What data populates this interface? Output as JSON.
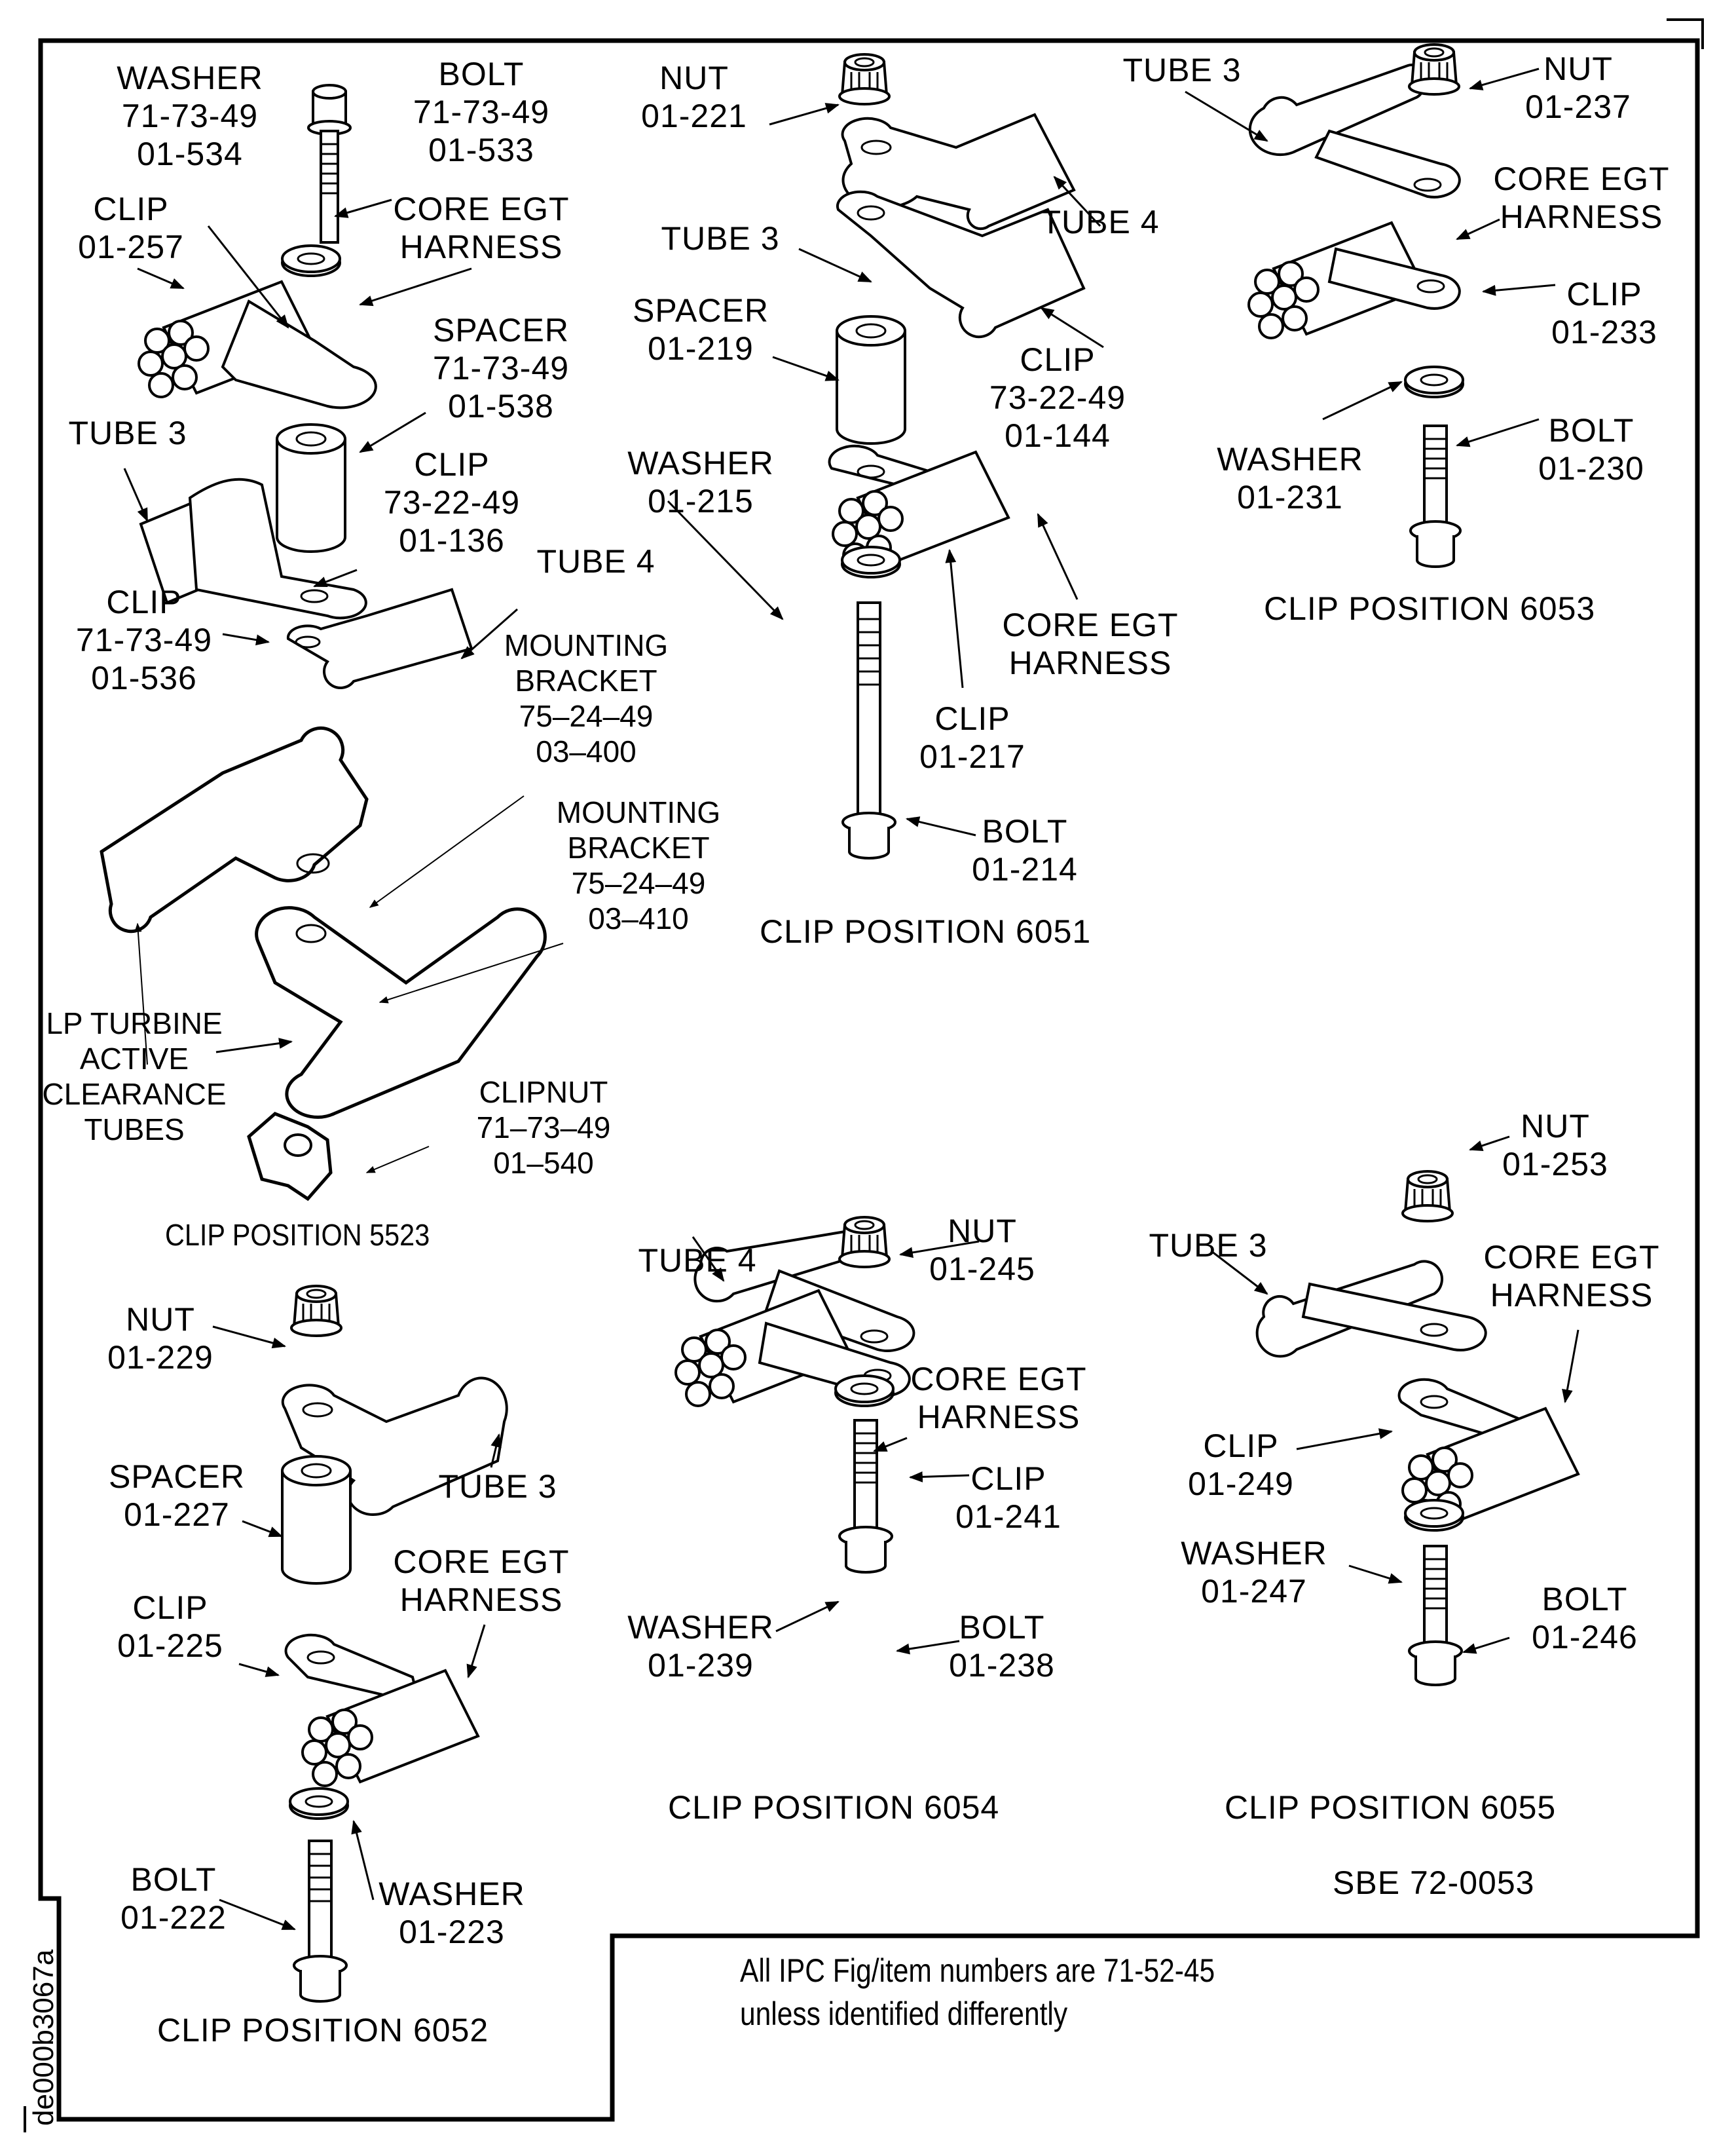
{
  "document": {
    "type": "IPC exploded parts diagram",
    "reference": "SBE 72-0053",
    "drawing_id": "de000b3067a",
    "note_lines": [
      "All IPC Fig/item numbers are 71-52-45",
      "unless identified differently"
    ]
  },
  "positions": {
    "p5523": {
      "caption": "CLIP POSITION 5523",
      "labels": {
        "washer": "WASHER\n71-73-49\n01-534",
        "bolt": "BOLT\n71-73-49\n01-533",
        "clip_257": "CLIP\n01-257",
        "harness": "CORE EGT\nHARNESS",
        "spacer": "SPACER\n71-73-49\n01-538",
        "tube3": "TUBE 3",
        "clip_136": "CLIP\n73-22-49\n01-136",
        "tube4": "TUBE 4",
        "clip_536": "CLIP\n71-73-49\n01-536",
        "bracket_400": "MOUNTING\nBRACKET\n75–24–49\n03–400",
        "bracket_410": "MOUNTING\nBRACKET\n75–24–49\n03–410",
        "lp_tubes": "LP TURBINE\nACTIVE\nCLEARANCE\nTUBES",
        "clipnut": "CLIPNUT\n71–73–49\n01–540"
      }
    },
    "p6051": {
      "caption": "CLIP POSITION 6051",
      "labels": {
        "nut": "NUT\n01-221",
        "tube4": "TUBE 4",
        "tube3": "TUBE 3",
        "spacer": "SPACER\n01-219",
        "clip_144": "CLIP\n73-22-49\n01-144",
        "washer": "WASHER\n01-215",
        "harness": "CORE EGT\nHARNESS",
        "clip_217": "CLIP\n01-217",
        "bolt": "BOLT\n01-214"
      }
    },
    "p6053": {
      "caption": "CLIP POSITION 6053",
      "labels": {
        "tube3": "TUBE 3",
        "nut": "NUT\n01-237",
        "harness": "CORE EGT\nHARNESS",
        "clip": "CLIP\n01-233",
        "washer": "WASHER\n01-231",
        "bolt": "BOLT\n01-230"
      }
    },
    "p6052": {
      "caption": "CLIP POSITION 6052",
      "labels": {
        "nut": "NUT\n01-229",
        "spacer": "SPACER\n01-227",
        "tube3": "TUBE 3",
        "harness": "CORE EGT\nHARNESS",
        "clip": "CLIP\n01-225",
        "bolt": "BOLT\n01-222",
        "washer": "WASHER\n01-223"
      }
    },
    "p6054": {
      "caption": "CLIP POSITION 6054",
      "labels": {
        "tube4": "TUBE 4",
        "nut": "NUT\n01-245",
        "harness": "CORE EGT\nHARNESS",
        "clip": "CLIP\n01-241",
        "washer": "WASHER\n01-239",
        "bolt": "BOLT\n01-238"
      }
    },
    "p6055": {
      "caption": "CLIP POSITION 6055",
      "labels": {
        "nut": "NUT\n01-253",
        "tube3": "TUBE 3",
        "harness": "CORE EGT\nHARNESS",
        "clip": "CLIP\n01-249",
        "washer": "WASHER\n01-247",
        "bolt": "BOLT\n01-246"
      }
    }
  }
}
